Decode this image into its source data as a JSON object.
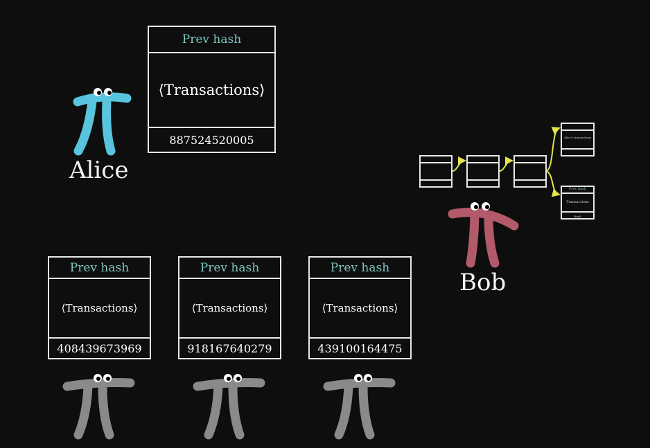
{
  "colors": {
    "background": "#0e0e0e",
    "hash_text": "#7fc7c0",
    "alice": "#58c4dd",
    "bob": "#b25a6a",
    "miner": "#8a8a8a",
    "arrow": "#e3e34a"
  },
  "alice": {
    "name": "Alice",
    "block": {
      "prev_hash": "Prev hash",
      "transactions": "⟨Transactions⟩",
      "nonce": "887524520005"
    }
  },
  "miners": [
    {
      "prev_hash": "Prev hash",
      "transactions": "⟨Transactions⟩",
      "nonce": "408439673969"
    },
    {
      "prev_hash": "Prev hash",
      "transactions": "⟨Transactions⟩",
      "nonce": "918167640279"
    },
    {
      "prev_hash": "Prev hash",
      "transactions": "⟨Transactions⟩",
      "nonce": "439100164475"
    }
  ],
  "bob": {
    "name": "Bob",
    "fork_top_label": "Alice's transactions",
    "fork_bottom_header": "Prev hash",
    "fork_bottom_body": "Transactions",
    "fork_bottom_footer": "Hash"
  }
}
